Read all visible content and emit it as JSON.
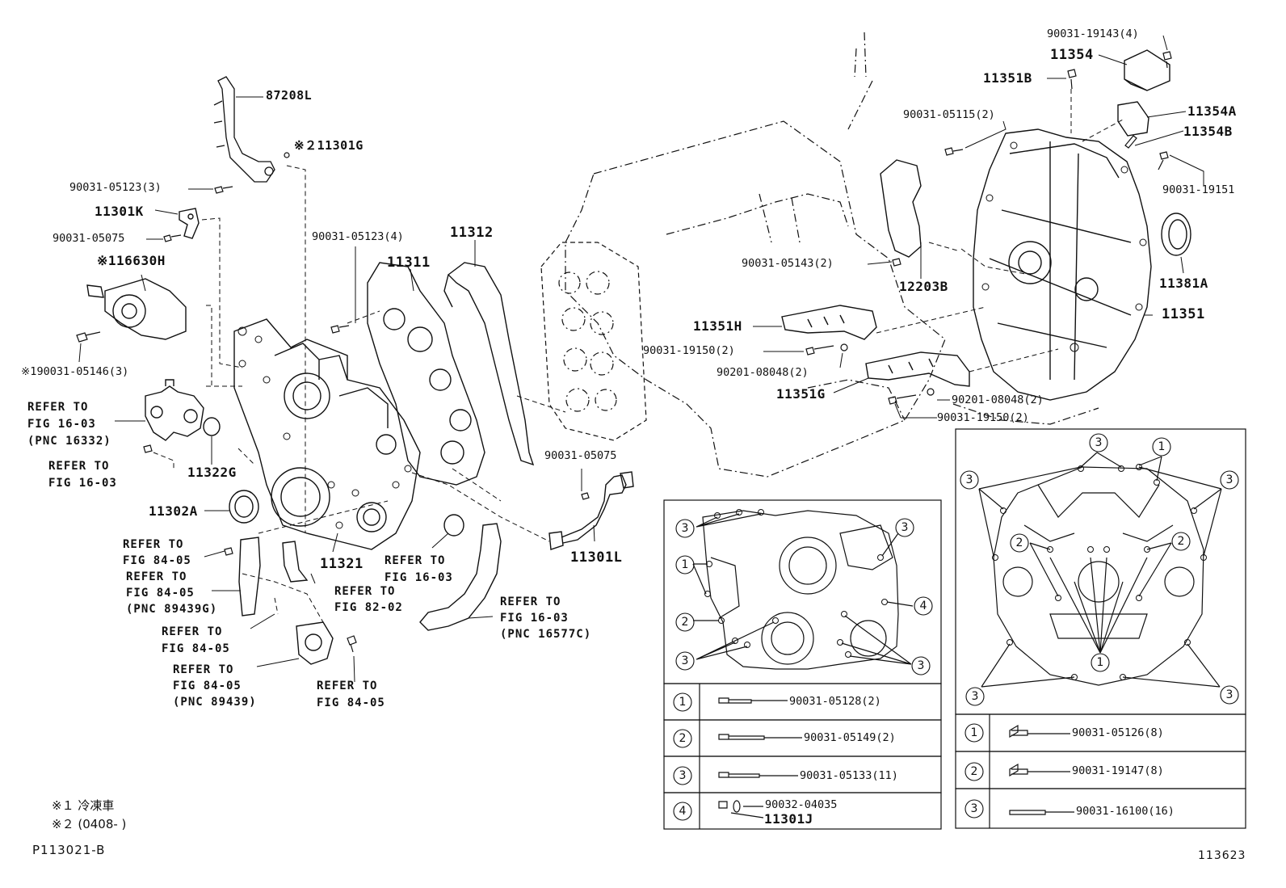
{
  "labels": {
    "p87208L": "87208L",
    "p11301G": "※２11301G",
    "p90031_05123_3": "90031-05123(3)",
    "p11301K": "11301K",
    "p90031_05075_a": "90031-05075",
    "p116630H": "※116630H",
    "p190031_05146": "※190031-05146(3)",
    "p90031_05123_4": "90031-05123(4)",
    "p11311": "11311",
    "p11312": "11312",
    "p11322G": "11322G",
    "p11302A": "11302A",
    "p11321": "11321",
    "p90031_05075_b": "90031-05075",
    "p11301L": "11301L",
    "p90031_19143": "90031-19143(4)",
    "p11354": "11354",
    "p11351B": "11351B",
    "p90031_05115": "90031-05115(2)",
    "p11354A": "11354A",
    "p11354B": "11354B",
    "p90031_19151": "90031-19151",
    "p90031_05143": "90031-05143(2)",
    "p12203B": "12203B",
    "p11381A": "11381A",
    "p11351H": "11351H",
    "p11351": "11351",
    "p90031_19150_a": "90031-19150(2)",
    "p90201_08048_a": "90201-08048(2)",
    "p11351G": "11351G",
    "p90201_08048_b": "90201-08048(2)",
    "p90031_19150_b": "90031-19150(2)"
  },
  "refs": {
    "r1": [
      "REFER TO",
      "FIG 16-03",
      "(PNC 16332)"
    ],
    "r2": [
      "REFER TO",
      "FIG 16-03"
    ],
    "r3": [
      "REFER TO",
      "FIG 84-05"
    ],
    "r4": [
      "REFER TO",
      "FIG 84-05",
      "(PNC 89439G)"
    ],
    "r5": [
      "REFER TO",
      "FIG 82-02"
    ],
    "r6": [
      "REFER TO",
      "FIG 16-03"
    ],
    "r7": [
      "REFER TO",
      "FIG 16-03",
      "(PNC 16577C)"
    ],
    "r8": [
      "REFER TO",
      "FIG 84-05"
    ],
    "r9": [
      "REFER TO",
      "FIG 84-05",
      "(PNC 89439)"
    ],
    "r10": [
      "REFER TO",
      "FIG 84-05"
    ]
  },
  "callout_numbers": [
    "1",
    "2",
    "3",
    "4"
  ],
  "table_left": [
    {
      "num": "1",
      "part": "90031-05128(2)"
    },
    {
      "num": "2",
      "part": "90031-05149(2)"
    },
    {
      "num": "3",
      "part": "90031-05133(11)"
    },
    {
      "num": "4",
      "part": "90032-04035",
      "sub": "11301J"
    }
  ],
  "table_right": [
    {
      "num": "1",
      "part": "90031-05126(8)"
    },
    {
      "num": "2",
      "part": "90031-19147(8)"
    },
    {
      "num": "3",
      "part": "90031-16100(16)"
    }
  ],
  "notes": {
    "n1": "※１ 冷凍車",
    "n2": "※２ (0408-      )"
  },
  "footer": {
    "code": "P113021-B",
    "fig": "113623"
  }
}
